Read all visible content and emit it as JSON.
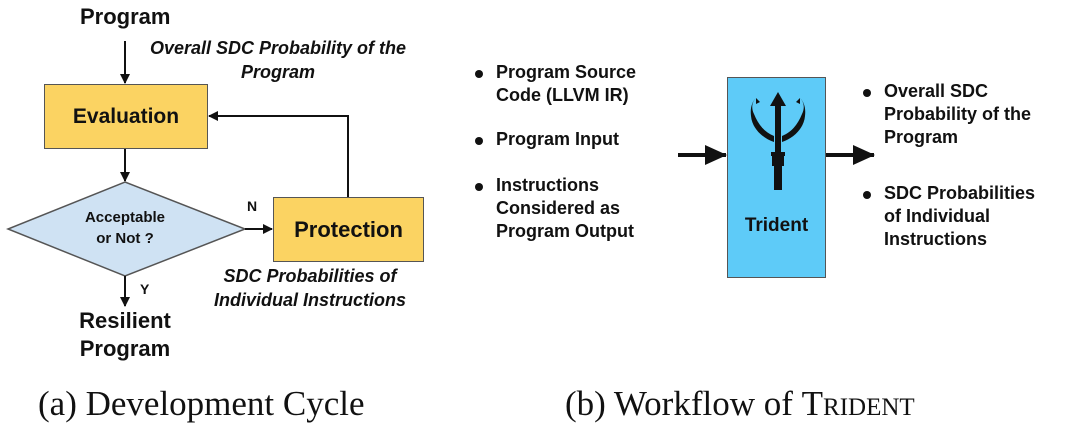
{
  "panel_a": {
    "input_label": "Program",
    "evaluation_output_note": "Overall SDC Probability of the Program",
    "evaluation_box": "Evaluation",
    "decision": {
      "line1": "Acceptable",
      "line2": "or Not ?"
    },
    "branch_no": "N",
    "branch_yes": "Y",
    "protection_box": "Protection",
    "protection_note": "SDC Probabilities of Individual Instructions",
    "output_line1": "Resilient",
    "output_line2": "Program",
    "caption": "(a) Development Cycle"
  },
  "panel_b": {
    "inputs": [
      {
        "line1": "Program Source",
        "line2": "Code (LLVM IR)"
      },
      {
        "line1": "Program Input"
      },
      {
        "line1": "Instructions",
        "line2": "Considered as",
        "line3": "Program Output"
      }
    ],
    "tool_box_label": "Trident",
    "tool_icon": "trident-icon",
    "outputs": [
      {
        "line1": "Overall SDC",
        "line2": "Probability of the",
        "line3": "Program"
      },
      {
        "line1": "SDC Probabilities",
        "line2": "of Individual",
        "line3": "Instructions"
      }
    ],
    "caption_prefix": "(b) Workflow of ",
    "caption_tool": "Trident"
  },
  "colors": {
    "process_box": "#fbd362",
    "decision_diamond": "#cfe2f3",
    "trident_box": "#5ecbf8",
    "stroke": "#111111"
  }
}
